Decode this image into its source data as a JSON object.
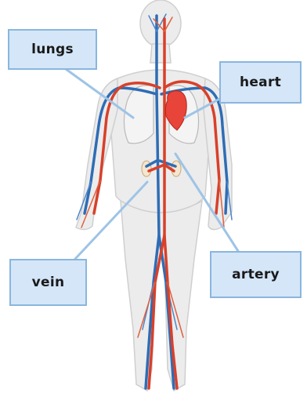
{
  "labels": {
    "lungs": "lungs",
    "heart": "heart",
    "vein": "vein",
    "artery": "artery"
  },
  "colors": {
    "label_fill": "#d4e6f8",
    "label_border": "#8ab6de",
    "leader_line": "#9ec4e6",
    "body_fill": "#ececec",
    "body_outline": "#cfcfcf",
    "artery": "#d8402a",
    "vein": "#2e6db5",
    "heart": "#e8443a",
    "lungs": "#f2f2f2"
  }
}
